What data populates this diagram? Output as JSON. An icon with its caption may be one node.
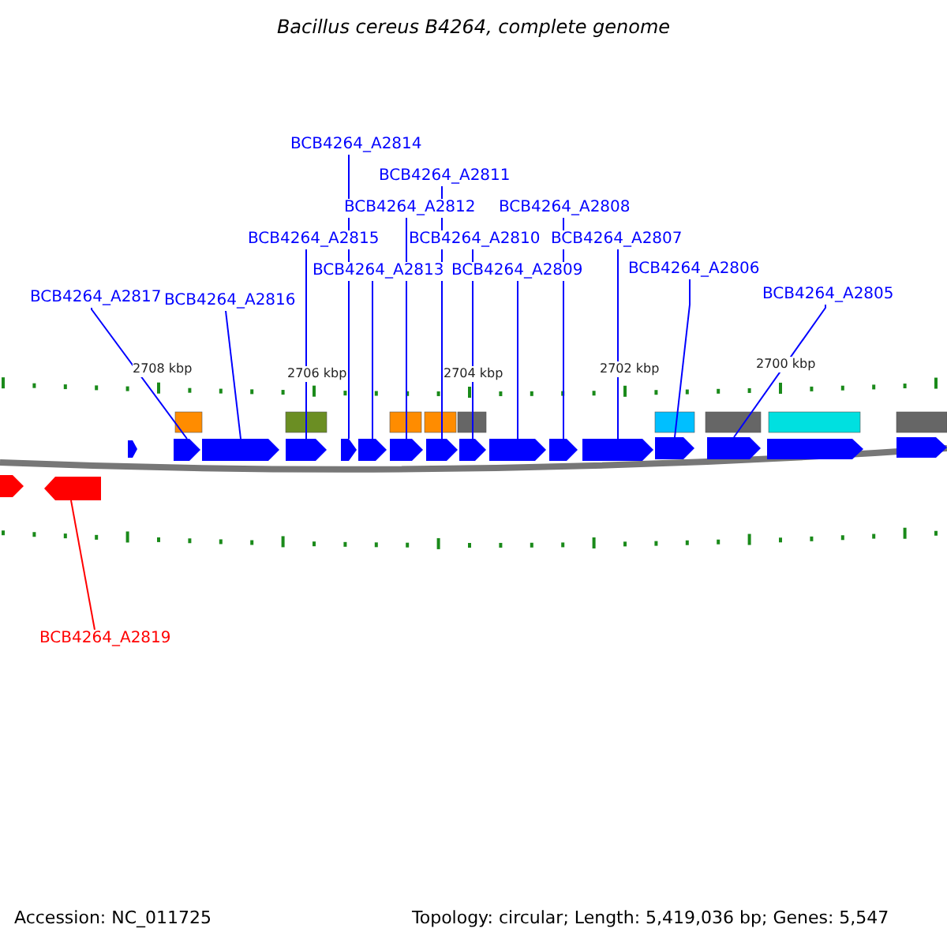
{
  "diagram": {
    "title": "Bacillus cereus B4264, complete genome",
    "nodes": [
      {
        "text": [
          "BCB4264_A2814"
        ]
      },
      {
        "text": [
          "BCB4264_A2811"
        ]
      },
      {
        "text": [
          "BCB4264_A2812"
        ]
      },
      {
        "text": [
          "BCB4264_A2808"
        ]
      },
      {
        "text": [
          "BCB4264_A2815"
        ]
      },
      {
        "text": [
          "BCB4264_A2810"
        ]
      },
      {
        "text": [
          "BCB4264_A2807"
        ]
      },
      {
        "text": [
          "BCB4264_A2813"
        ]
      },
      {
        "text": [
          "BCB4264_A2809"
        ]
      },
      {
        "text": [
          "BCB4264_A2806"
        ]
      },
      {
        "text": [
          "BCB4264_A2805"
        ]
      },
      {
        "text": [
          "BCB4264_A2817"
        ]
      },
      {
        "text": [
          "BCB4264_A2816"
        ]
      },
      {
        "text": [
          "BCB4264_A2819"
        ]
      },
      {
        "text": [],
        "shape": "arrow"
      },
      {
        "text": [],
        "shape": "arrow"
      },
      {
        "text": [],
        "shape": "arrow"
      },
      {
        "text": [],
        "shape": "arrow"
      },
      {
        "text": [],
        "shape": "arrow"
      },
      {
        "text": [],
        "shape": "arrow"
      },
      {
        "text": [],
        "shape": "arrow"
      },
      {
        "text": [],
        "shape": "arrow"
      },
      {
        "text": [],
        "shape": "arrow"
      },
      {
        "text": [],
        "shape": "arrow"
      },
      {
        "text": [],
        "shape": "arrow"
      },
      {
        "text": [],
        "shape": "arrow"
      },
      {
        "text": [],
        "shape": "arrow"
      },
      {
        "text": [],
        "shape": "arrow"
      },
      {
        "text": [],
        "shape": "arrow"
      },
      {
        "text": [],
        "shape": "arrow"
      },
      {
        "text": [],
        "shape": "arrow"
      },
      {
        "text": [],
        "shape": "arrow"
      }
    ],
    "edges": [
      {
        "from": 0,
        "to": 20,
        "arrow": "none"
      },
      {
        "from": 1,
        "to": 23,
        "arrow": "none"
      },
      {
        "from": 2,
        "to": 22,
        "arrow": "none"
      },
      {
        "from": 3,
        "to": 26,
        "arrow": "none"
      },
      {
        "from": 4,
        "to": 19,
        "arrow": "none"
      },
      {
        "from": 5,
        "to": 24,
        "arrow": "none"
      },
      {
        "from": 6,
        "to": 27,
        "arrow": "none"
      },
      {
        "from": 7,
        "to": 21,
        "arrow": "none"
      },
      {
        "from": 8,
        "to": 25,
        "arrow": "none"
      },
      {
        "from": 9,
        "to": 28,
        "arrow": "none"
      },
      {
        "from": 10,
        "to": 29,
        "arrow": "none"
      },
      {
        "from": 11,
        "to": 17,
        "arrow": "none"
      },
      {
        "from": 12,
        "to": 18,
        "arrow": "none"
      },
      {
        "from": 13,
        "to": 15,
        "arrow": "none",
        "color": "#ff0000"
      }
    ],
    "labels": [
      "2708 kbp",
      "2706 kbp",
      "2704 kbp",
      "2702 kbp",
      "2700 kbp",
      "Accession: NC_011725",
      "Topology: circular; Length: 5,419,036 bp; Genes: 5,547"
    ]
  }
}
